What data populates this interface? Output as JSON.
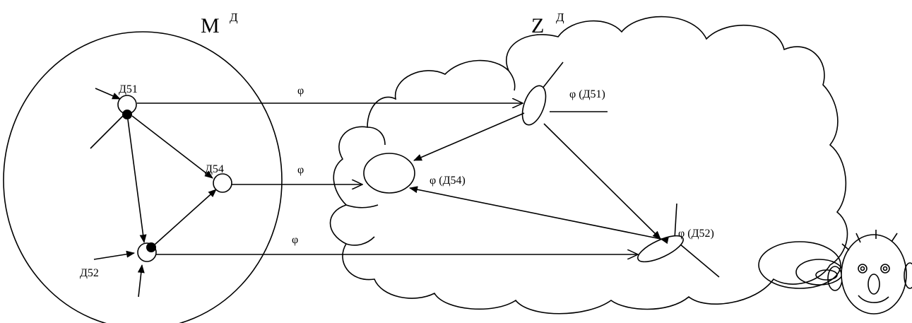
{
  "sets": {
    "left": {
      "letter": "M",
      "superscript": "Д"
    },
    "right": {
      "letter": "Z",
      "superscript": "Д"
    }
  },
  "nodes": {
    "d51": "Д51",
    "d54": "Д54",
    "d52": "Д52"
  },
  "mapping": {
    "phi_top": "φ",
    "phi_mid": "φ",
    "phi_bottom": "φ"
  },
  "images": {
    "phi_d51": "φ (Д51)",
    "phi_d54": "φ (Д54)",
    "phi_d52": "φ (Д52)"
  }
}
